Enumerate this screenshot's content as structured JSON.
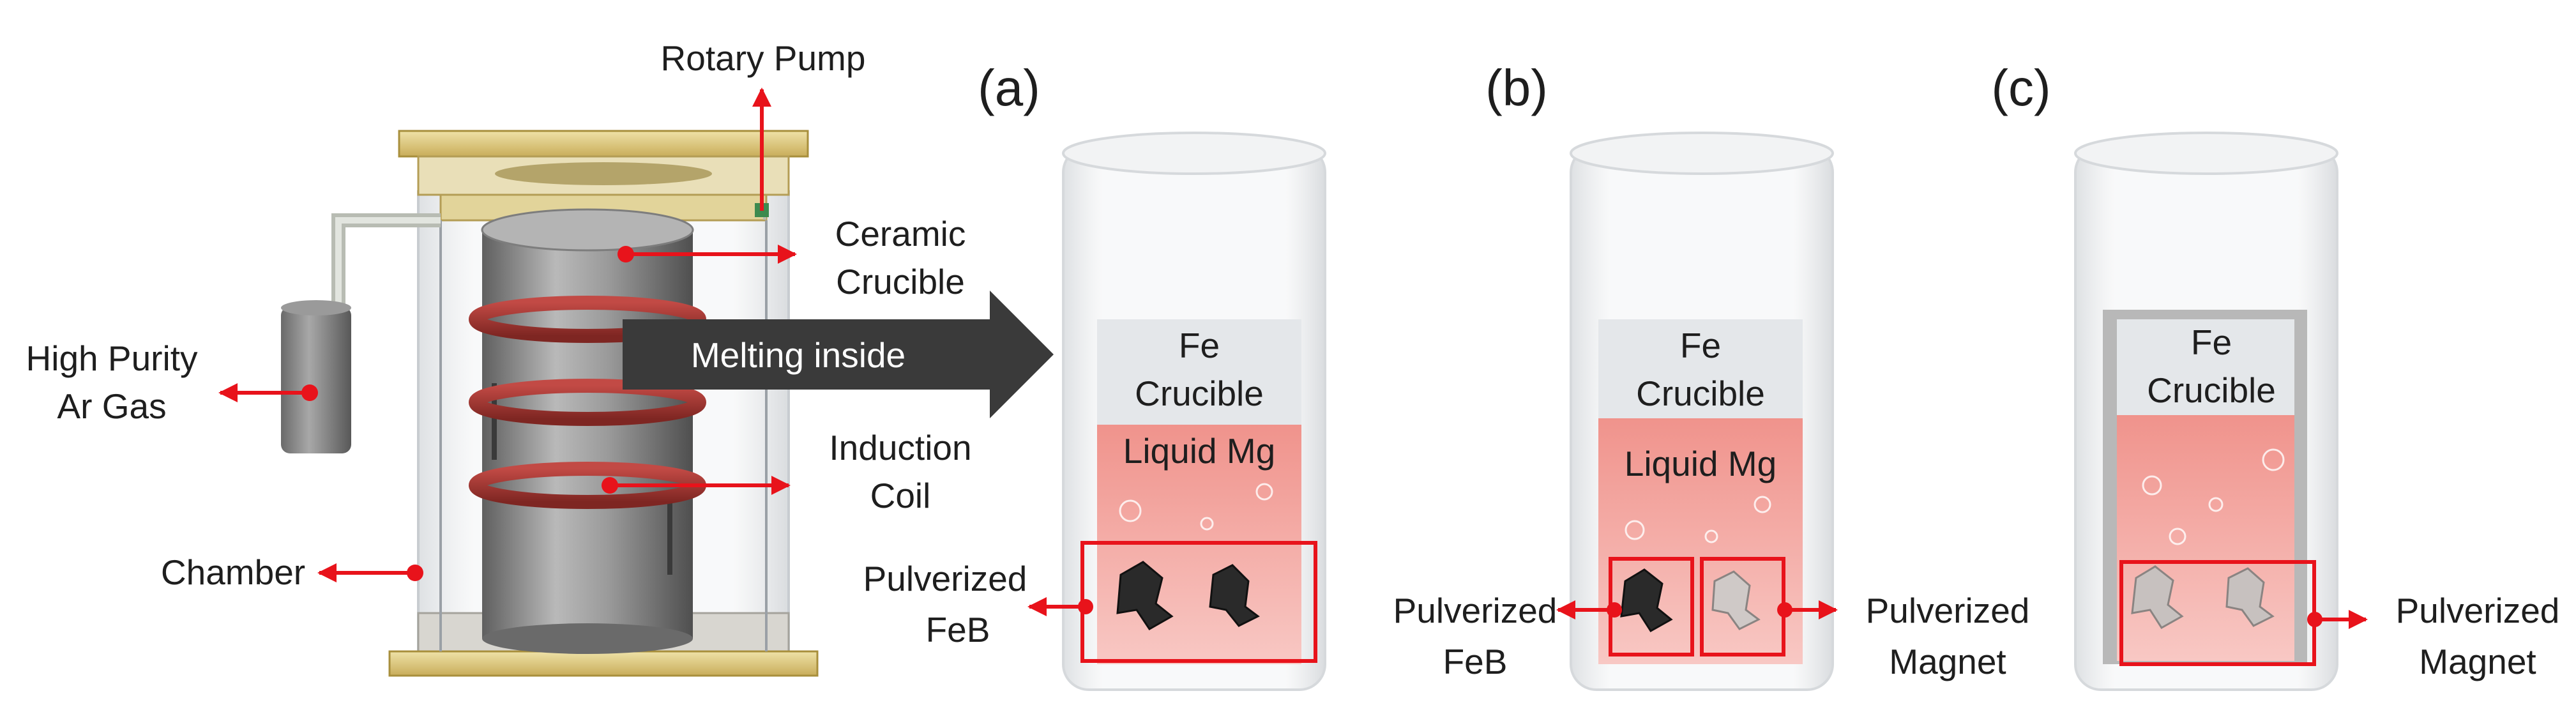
{
  "apparatus": {
    "labels": {
      "rotary_pump": "Rotary Pump",
      "ceramic_crucible_line1": "Ceramic",
      "ceramic_crucible_line2": "Crucible",
      "ar_gas_line1": "High Purity",
      "ar_gas_line2": "Ar Gas",
      "induction_coil_line1": "Induction",
      "induction_coil_line2": "Coil",
      "chamber": "Chamber"
    },
    "process_arrow": "Melting inside"
  },
  "panels": [
    {
      "id": "a",
      "tag": "(a)",
      "crucible_line1": "Fe",
      "crucible_line2": "Crucible",
      "liquid": "Liquid Mg",
      "left_label_line1": "Pulverized",
      "left_label_line2": "FeB"
    },
    {
      "id": "b",
      "tag": "(b)",
      "crucible_line1": "Fe",
      "crucible_line2": "Crucible",
      "liquid": "Liquid Mg",
      "left_label_line1": "Pulverized",
      "left_label_line2": "FeB",
      "right_label_line1": "Pulverized",
      "right_label_line2": "Magnet"
    },
    {
      "id": "c",
      "tag": "(c)",
      "crucible_line1": "Fe",
      "crucible_line2": "Crucible",
      "right_label_line1": "Pulverized",
      "right_label_line2": "Magnet"
    }
  ],
  "colors": {
    "annotation_red": "#e8131b",
    "liquid_mg": "#f3a7a1",
    "crucible_gray": "#e4e7ea",
    "gold_plate": "#d8c27a",
    "cylinder_gray": "#8c8c8c",
    "process_arrow": "#3a3a3a"
  }
}
